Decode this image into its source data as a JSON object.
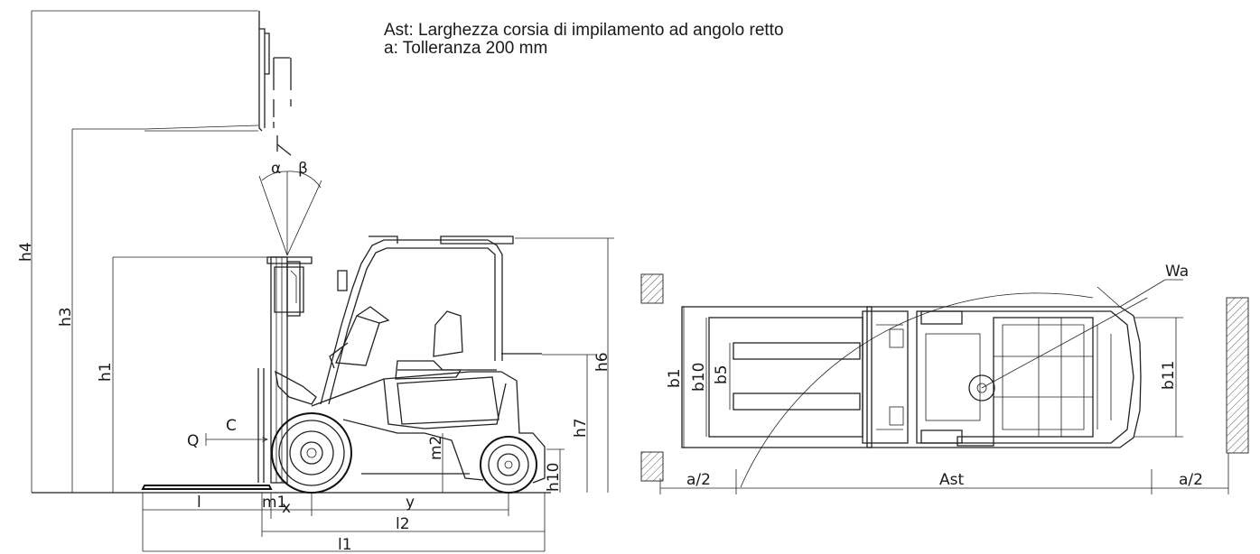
{
  "legend": {
    "line1": "Ast: Larghezza corsia di impilamento ad angolo retto",
    "line2": "a: Tolleranza 200 mm"
  },
  "side_view": {
    "labels": {
      "h4": "h4",
      "h3": "h3",
      "h1": "h1",
      "h6": "h6",
      "h7": "h7",
      "m2": "m2",
      "h10": "h10",
      "alpha": "α",
      "beta": "β",
      "Q": "Q",
      "C": "C",
      "l": "l",
      "m1": "m1",
      "x": "x",
      "y": "y",
      "l2": "l2",
      "l1": "l1"
    }
  },
  "top_view": {
    "labels": {
      "Wa": "Wa",
      "b1": "b1",
      "b10": "b10",
      "b5": "b5",
      "b11": "b11",
      "a2_left": "a/2",
      "Ast": "Ast",
      "a2_right": "a/2"
    }
  }
}
